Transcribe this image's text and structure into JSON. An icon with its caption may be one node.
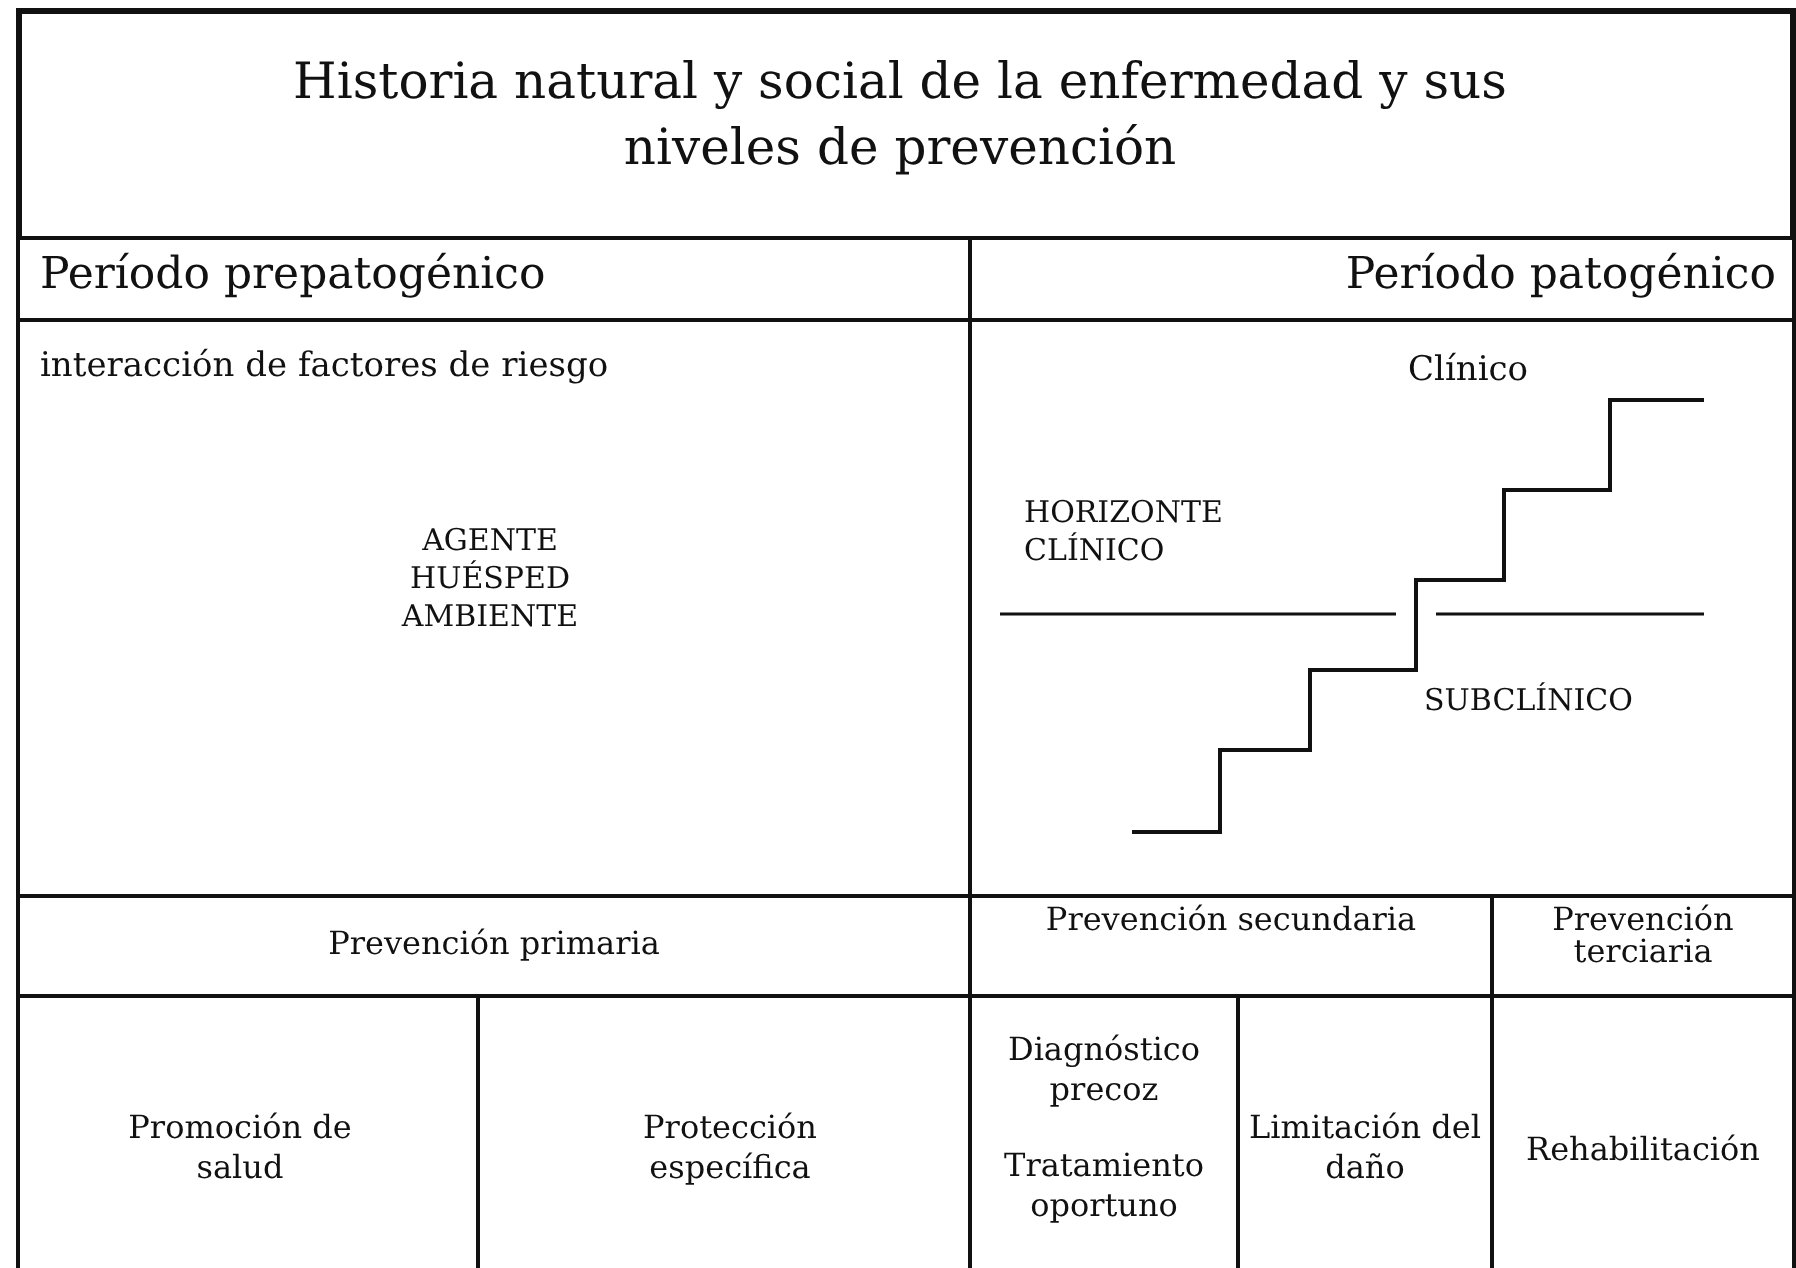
{
  "diagram": {
    "title": "Historia natural y social de la enfermedad y sus niveles de prevención",
    "nodes": [
      {
        "text": [
          "Período prepatogénico"
        ]
      },
      {
        "text": [
          "Período patogénico"
        ]
      },
      {
        "text": [
          "interacción de factores de riesgo",
          "AGENTE HUÉSPED AMBIENTE"
        ]
      },
      {
        "text": [
          "Clínico",
          "HORIZONTE CLÍNICO",
          "SUBCLÍNICO"
        ]
      },
      {
        "text": [
          "Prevención primaria"
        ]
      },
      {
        "text": [
          "Prevención secundaria"
        ]
      },
      {
        "text": [
          "Prevención terciaria"
        ]
      },
      {
        "text": [
          "Promoción de salud"
        ]
      },
      {
        "text": [
          "Protección específica"
        ]
      },
      {
        "text": [
          "Diagnóstico precoz",
          "Tratamiento oportuno"
        ]
      },
      {
        "text": [
          "Limitación del daño"
        ]
      },
      {
        "text": [
          "Rehabilitación"
        ]
      }
    ]
  }
}
